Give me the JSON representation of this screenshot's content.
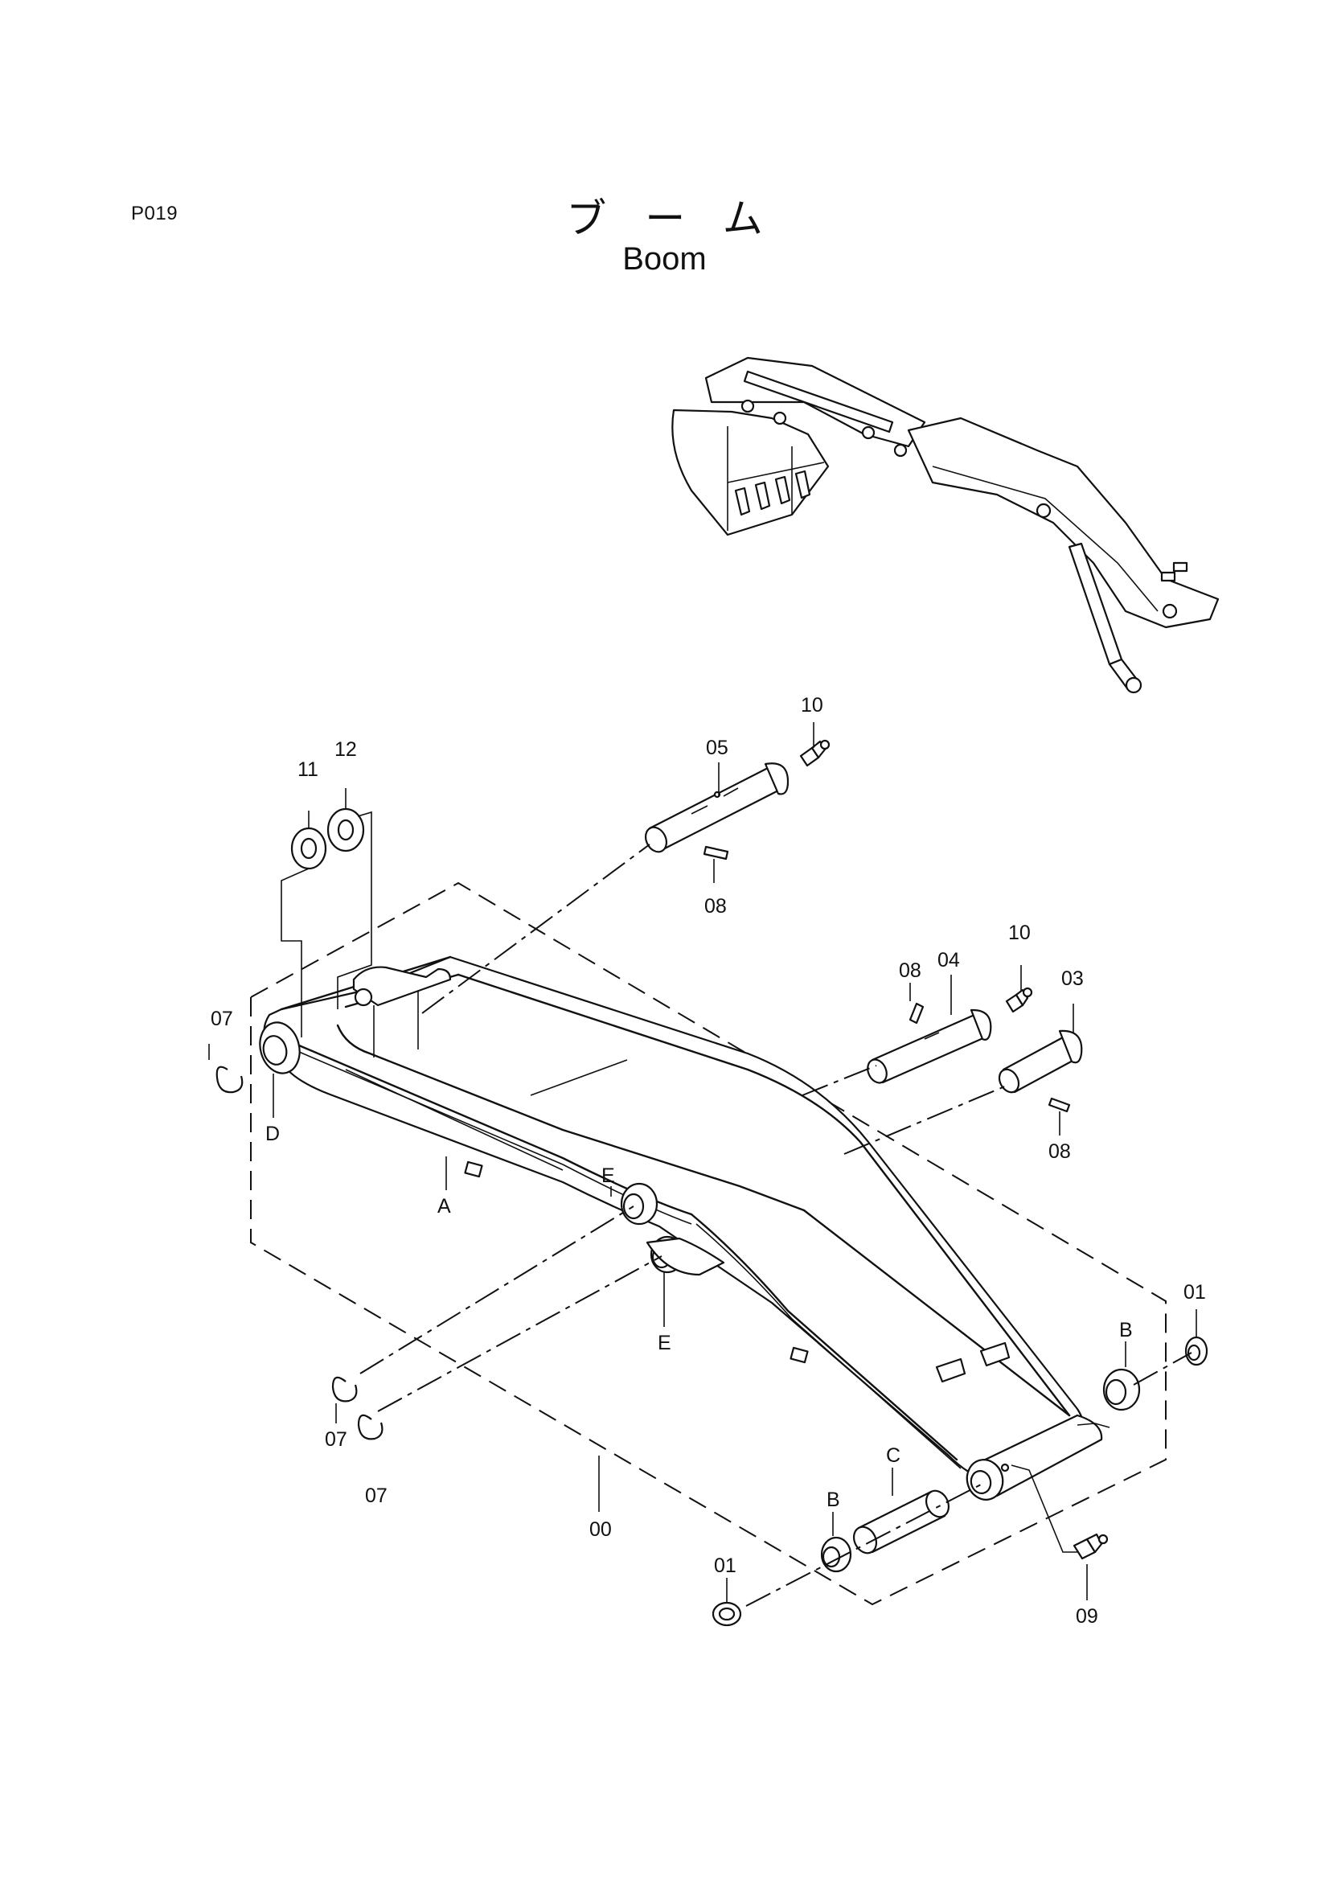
{
  "header": {
    "page_code": "P019",
    "title_jp": "ブーム",
    "title_en": "Boom"
  },
  "callouts": {
    "c01_a": "01",
    "c01_b": "01",
    "c03": "03",
    "c04": "04",
    "c05": "05",
    "c07_a": "07",
    "c07_b": "07",
    "c07_c": "07",
    "c08_a": "08",
    "c08_b": "08",
    "c08_c": "08",
    "c09": "09",
    "c10_a": "10",
    "c10_b": "10",
    "c11": "11",
    "c12": "12",
    "c00": "00",
    "cA": "A",
    "cB_a": "B",
    "cB_b": "B",
    "cC": "C",
    "cD": "D",
    "cE_a": "E",
    "cE_b": "E"
  }
}
